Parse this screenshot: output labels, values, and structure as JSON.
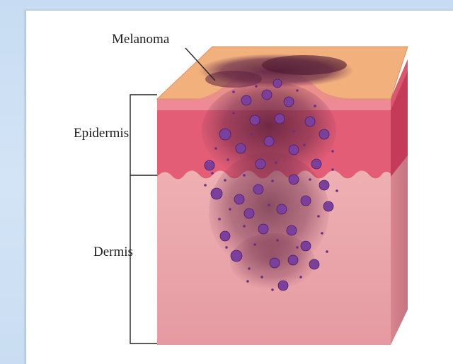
{
  "labels": {
    "melanoma": "Melanoma",
    "epidermis": "Epidermis",
    "dermis": "Dermis"
  },
  "colors": {
    "background": "#cfe1f4",
    "card": "#ffffff",
    "surface": "#f2b684",
    "epidermis": "#e25a74",
    "dermis": "#e9a3a9",
    "side_face": "#c93a58",
    "tumor": "#5a1f3a",
    "melanoma_cells": "#7a3f9a"
  }
}
